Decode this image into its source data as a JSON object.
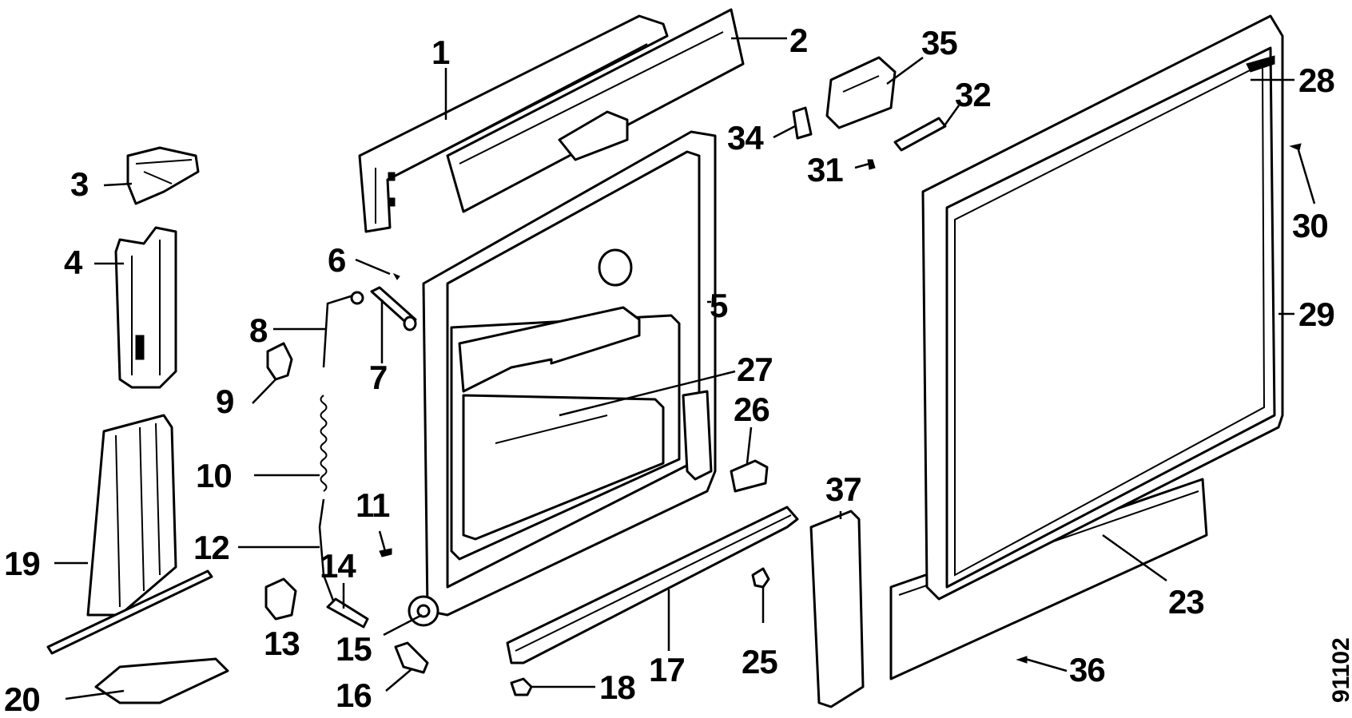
{
  "diagram": {
    "callouts": {
      "c1": "1",
      "c2": "2",
      "c3": "3",
      "c4": "4",
      "c5": "5",
      "c6": "6",
      "c7": "7",
      "c8": "8",
      "c9": "9",
      "c10": "10",
      "c11": "11",
      "c12": "12",
      "c13": "13",
      "c14": "14",
      "c15": "15",
      "c16": "16",
      "c17": "17",
      "c18": "18",
      "c19": "19",
      "c20": "20",
      "c23": "23",
      "c25": "25",
      "c26": "26",
      "c27": "27",
      "c28": "28",
      "c29": "29",
      "c30": "30",
      "c31": "31",
      "c32": "32",
      "c34": "34",
      "c35": "35",
      "c36": "36",
      "c37": "37"
    },
    "drawing_code": "91102"
  }
}
